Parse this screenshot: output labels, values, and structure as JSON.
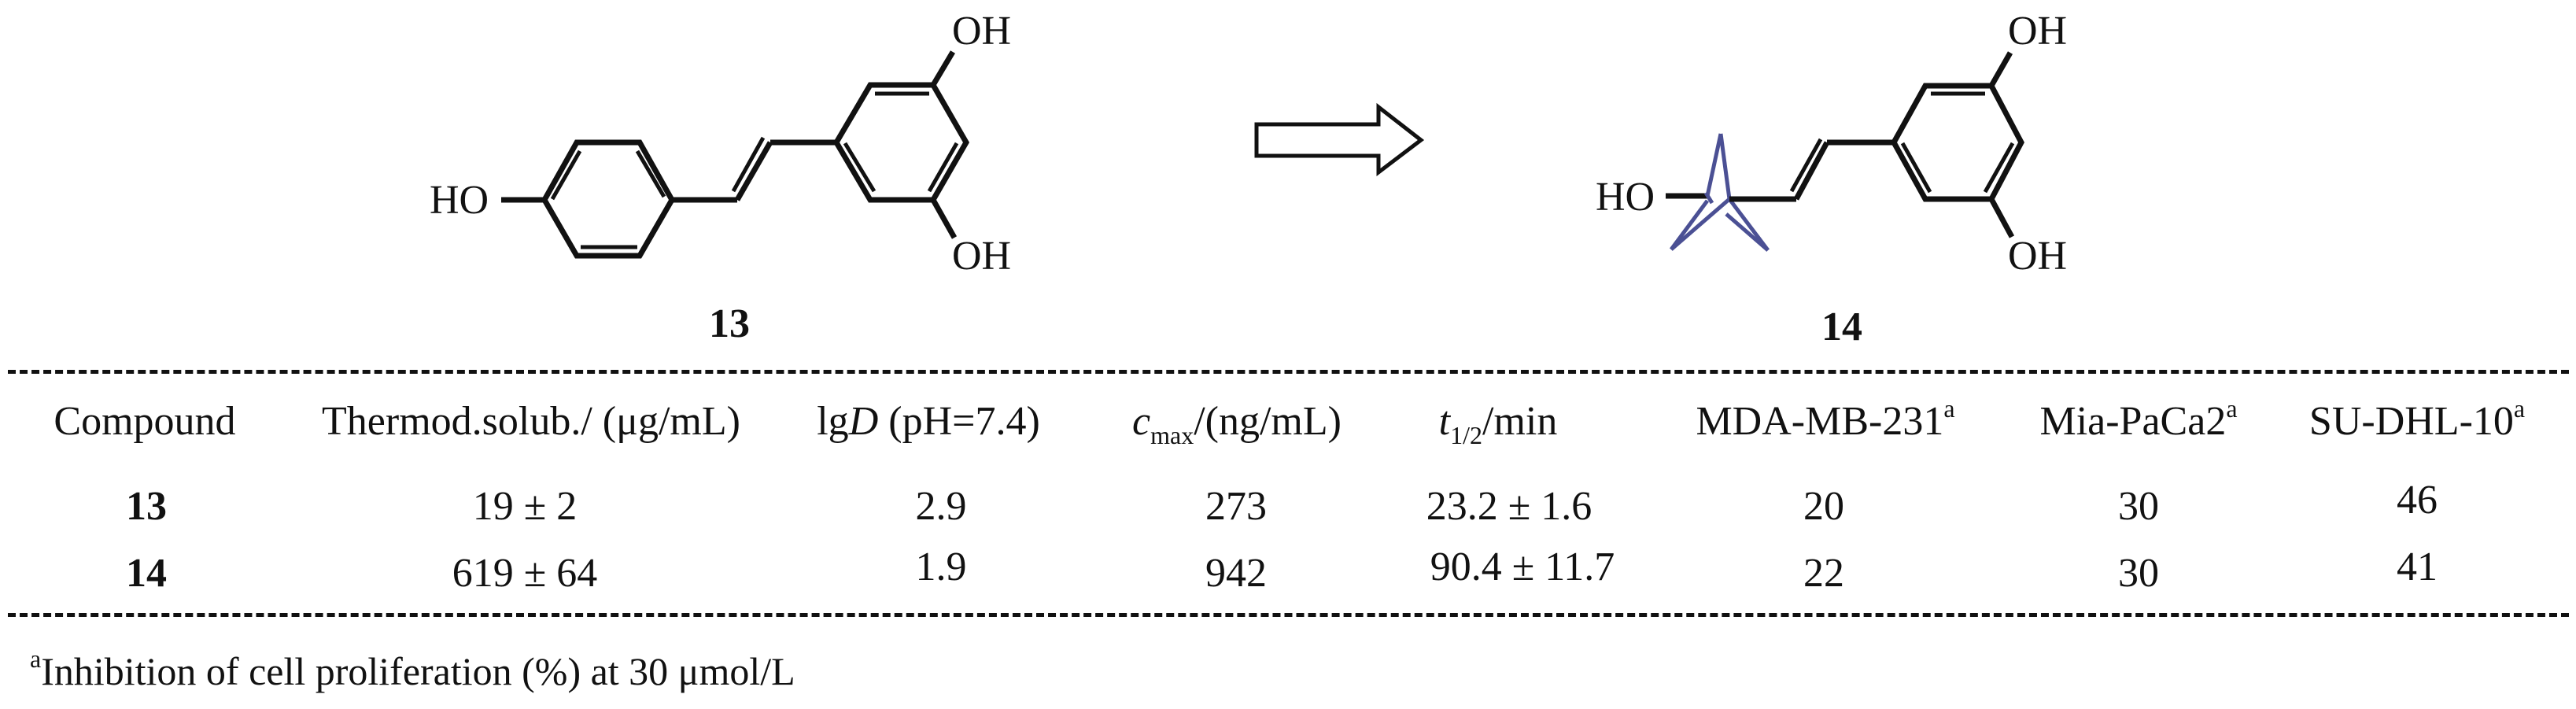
{
  "scheme": {
    "compound_13": {
      "label": "13",
      "substituent_left": "HO",
      "substituent_top": "OH",
      "substituent_bottom": "OH"
    },
    "compound_14": {
      "label": "14",
      "substituent_left": "HO",
      "substituent_top": "OH",
      "substituent_bottom": "OH"
    },
    "arrow": "hollow-right-arrow",
    "bicyclo_color": "#4b5094"
  },
  "table": {
    "headers": {
      "compound": "Compound",
      "solubility": "Thermod.solub./ (μg/mL)",
      "lgd_prefix": "lg",
      "lgd_italic": "D",
      "lgd_suffix": " (pH=7.4)",
      "cmax_main": "c",
      "cmax_sub": "max",
      "cmax_unit": "/(ng/mL)",
      "t_main": "t",
      "t_sub": "1/2",
      "t_unit": "/min",
      "mda": "MDA-MB-231",
      "mia": "Mia-PaCa2",
      "sudhl": "SU-DHL-10",
      "footnote_mark": "a"
    },
    "rows": [
      {
        "compound": "13",
        "solubility": "19 ± 2",
        "lgd": "2.9",
        "cmax": "273",
        "t_half": "23.2 ± 1.6",
        "mda": "20",
        "mia": "30",
        "sudhl": "46"
      },
      {
        "compound": "14",
        "solubility": "619 ± 64",
        "lgd": "1.9",
        "cmax": "942",
        "t_half": "90.4 ± 11.7",
        "mda": "22",
        "mia": "30",
        "sudhl": "41"
      }
    ]
  },
  "footnote": {
    "mark": "a",
    "text": "Inhibition of cell proliferation (%) at 30 μmol/L"
  }
}
